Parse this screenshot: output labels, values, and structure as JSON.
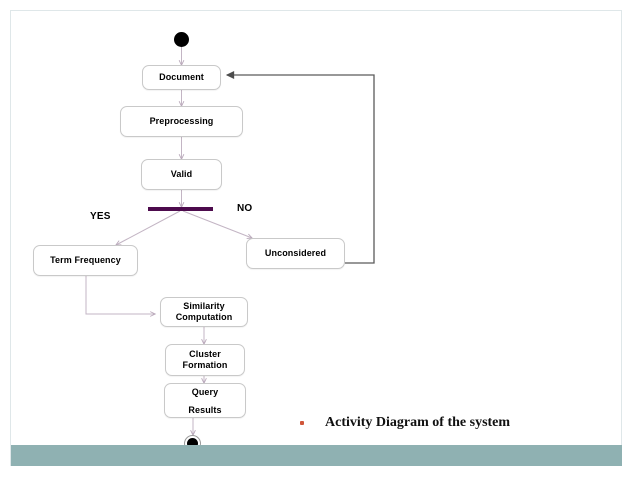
{
  "slide": {
    "caption": {
      "bullet_icon": "bullet-dot-icon",
      "bullet_color": "#d0563a",
      "text": "Activity Diagram of the system"
    },
    "footer_band_color": "#8fb1b2",
    "frame_color": "#dfe7e9",
    "background": "#ffffff"
  },
  "diagram": {
    "type": "uml-activity-diagram",
    "fork_bar_color": "#4d0b4d",
    "edge_color_primary": "#c3b5c4",
    "edge_color_return": "#5b5b5b",
    "nodes": [
      {
        "id": "start",
        "kind": "initial-node",
        "label": ""
      },
      {
        "id": "document",
        "kind": "action",
        "label": "Document"
      },
      {
        "id": "preprocessing",
        "kind": "action",
        "label": "Preprocessing"
      },
      {
        "id": "valid",
        "kind": "action",
        "label": "Valid"
      },
      {
        "id": "fork",
        "kind": "fork-bar",
        "label": ""
      },
      {
        "id": "term_frequency",
        "kind": "action",
        "label": "Term Frequency"
      },
      {
        "id": "unconsidered",
        "kind": "action",
        "label": "Unconsidered"
      },
      {
        "id": "similarity",
        "kind": "action",
        "label_line1": "Similarity",
        "label_line2": "Computation"
      },
      {
        "id": "cluster",
        "kind": "action",
        "label_line1": "Cluster",
        "label_line2": "Formation"
      },
      {
        "id": "query_results",
        "kind": "action",
        "label_line1": "Query",
        "label_line2": "Results"
      },
      {
        "id": "end",
        "kind": "final-node",
        "label": ""
      }
    ],
    "branch_labels": {
      "yes": "YES",
      "no": "NO"
    },
    "edges": [
      {
        "from": "start",
        "to": "document",
        "label": ""
      },
      {
        "from": "document",
        "to": "preprocessing",
        "label": ""
      },
      {
        "from": "preprocessing",
        "to": "valid",
        "label": ""
      },
      {
        "from": "valid",
        "to": "fork",
        "label": ""
      },
      {
        "from": "fork",
        "to": "term_frequency",
        "label": "YES"
      },
      {
        "from": "fork",
        "to": "unconsidered",
        "label": "NO"
      },
      {
        "from": "unconsidered",
        "to": "document",
        "label": ""
      },
      {
        "from": "term_frequency",
        "to": "similarity",
        "label": ""
      },
      {
        "from": "similarity",
        "to": "cluster",
        "label": ""
      },
      {
        "from": "cluster",
        "to": "query_results",
        "label": ""
      },
      {
        "from": "query_results",
        "to": "end",
        "label": ""
      }
    ]
  }
}
